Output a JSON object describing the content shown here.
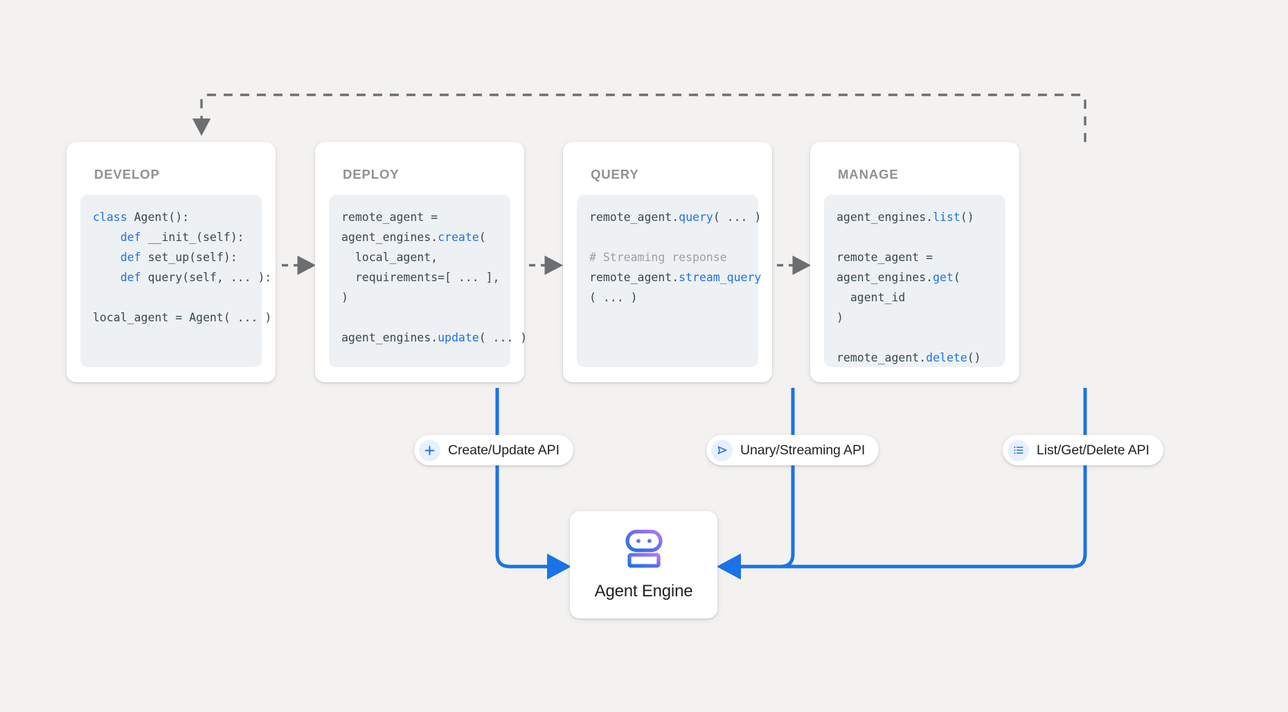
{
  "canvas": {
    "background": "#f3f2f0",
    "accent_blue": "#1a73e8",
    "dashed_gray": "#6b6f72",
    "code_keyword_color": "#1a73e8",
    "code_comment_color": "#9aa0a6",
    "code_text_color": "#37474f"
  },
  "stages": [
    {
      "id": "develop",
      "title": "DEVELOP",
      "code_lines": [
        [
          {
            "t": "class",
            "c": "kw"
          },
          {
            "t": " Agent():",
            "c": ""
          }
        ],
        [
          {
            "t": "    ",
            "c": ""
          },
          {
            "t": "def",
            "c": "kw"
          },
          {
            "t": " __init_(self):",
            "c": ""
          }
        ],
        [
          {
            "t": "    ",
            "c": ""
          },
          {
            "t": "def",
            "c": "kw"
          },
          {
            "t": " set_up(self):",
            "c": ""
          }
        ],
        [
          {
            "t": "    ",
            "c": ""
          },
          {
            "t": "def",
            "c": "kw"
          },
          {
            "t": " query(self, ... ):",
            "c": ""
          }
        ],
        [
          {
            "t": "",
            "c": ""
          }
        ],
        [
          {
            "t": "local_agent = Agent( ... )",
            "c": ""
          }
        ]
      ],
      "code_plain": "class Agent():\n    def __init_(self):\n    def set_up(self):\n    def query(self, ... ):\n\nlocal_agent = Agent( ... )"
    },
    {
      "id": "deploy",
      "title": "DEPLOY",
      "code_lines": [
        [
          {
            "t": "remote_agent =",
            "c": ""
          }
        ],
        [
          {
            "t": "agent_engines.",
            "c": ""
          },
          {
            "t": "create",
            "c": "fn"
          },
          {
            "t": "(",
            "c": ""
          }
        ],
        [
          {
            "t": "  local_agent,",
            "c": ""
          }
        ],
        [
          {
            "t": "  requirements=[ ... ],",
            "c": ""
          }
        ],
        [
          {
            "t": ")",
            "c": ""
          }
        ],
        [
          {
            "t": "",
            "c": ""
          }
        ],
        [
          {
            "t": "agent_engines.",
            "c": ""
          },
          {
            "t": "update",
            "c": "fn"
          },
          {
            "t": "( ... )",
            "c": ""
          }
        ]
      ],
      "code_plain": "remote_agent =\nagent_engines.create(\n  local_agent,\n  requirements=[ ... ],\n)\n\nagent_engines.update( ... )"
    },
    {
      "id": "query",
      "title": "QUERY",
      "code_lines": [
        [
          {
            "t": "remote_agent.",
            "c": ""
          },
          {
            "t": "query",
            "c": "fn"
          },
          {
            "t": "( ... )",
            "c": ""
          }
        ],
        [
          {
            "t": "",
            "c": ""
          }
        ],
        [
          {
            "t": "# Streaming response",
            "c": "cm"
          }
        ],
        [
          {
            "t": "remote_agent.",
            "c": ""
          },
          {
            "t": "stream_query",
            "c": "fn"
          }
        ],
        [
          {
            "t": "( ... )",
            "c": ""
          }
        ]
      ],
      "code_plain": "remote_agent.query( ... )\n\n# Streaming response\nremote_agent.stream_query\n( ... )"
    },
    {
      "id": "manage",
      "title": "MANAGE",
      "code_lines": [
        [
          {
            "t": "agent_engines.",
            "c": ""
          },
          {
            "t": "list",
            "c": "fn"
          },
          {
            "t": "()",
            "c": ""
          }
        ],
        [
          {
            "t": "",
            "c": ""
          }
        ],
        [
          {
            "t": "remote_agent =",
            "c": ""
          }
        ],
        [
          {
            "t": "agent_engines.",
            "c": ""
          },
          {
            "t": "get",
            "c": "fn"
          },
          {
            "t": "(",
            "c": ""
          }
        ],
        [
          {
            "t": "  agent_id",
            "c": ""
          }
        ],
        [
          {
            "t": ")",
            "c": ""
          }
        ],
        [
          {
            "t": "",
            "c": ""
          }
        ],
        [
          {
            "t": "remote_agent.",
            "c": ""
          },
          {
            "t": "delete",
            "c": "fn"
          },
          {
            "t": "()",
            "c": ""
          }
        ]
      ],
      "code_plain": "agent_engines.list()\n\nremote_agent =\nagent_engines.get(\n  agent_id\n)\n\nremote_agent.delete()"
    }
  ],
  "api_pills": [
    {
      "id": "create-update",
      "label": "Create/Update API",
      "icon": "plus-icon"
    },
    {
      "id": "unary-streaming",
      "label": "Unary/Streaming API",
      "icon": "send-icon"
    },
    {
      "id": "list-get-delete",
      "label": "List/Get/Delete API",
      "icon": "list-icon"
    }
  ],
  "agent_engine": {
    "label": "Agent Engine",
    "icon": "robot-icon"
  }
}
